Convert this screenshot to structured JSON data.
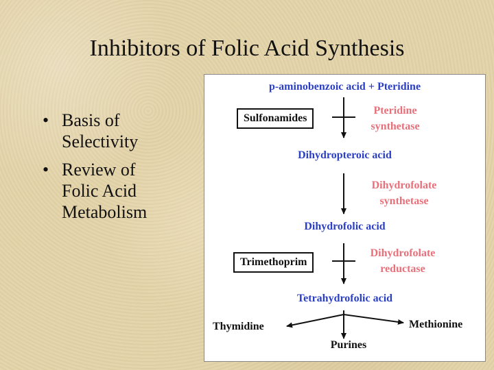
{
  "title": "Inhibitors of Folic Acid Synthesis",
  "bullets": [
    {
      "line1": "Basis of",
      "line2": "Selectivity",
      "line3": ""
    },
    {
      "line1": "Review of",
      "line2": "Folic Acid",
      "line3": "Metabolism"
    }
  ],
  "pathway": {
    "start": "p-aminobenzoic acid + Pteridine",
    "inhibitor1": "Sulfonamides",
    "enzyme1": {
      "line1": "Pteridine",
      "line2": "synthetase"
    },
    "intermediate1": "Dihydropteroic acid",
    "enzyme2": {
      "line1": "Dihydrofolate",
      "line2": "synthetase"
    },
    "intermediate2": "Dihydrofolic acid",
    "inhibitor2": "Trimethoprim",
    "enzyme3": {
      "line1": "Dihydrofolate",
      "line2": "reductase"
    },
    "product": "Tetrahydrofolic acid",
    "outputs": {
      "left": "Thymidine",
      "center": "Purines",
      "right": "Methionine"
    }
  },
  "colors": {
    "metabolite": "#2b3fc4",
    "enzyme": "#e8707a",
    "inhibitor": "#111111"
  }
}
